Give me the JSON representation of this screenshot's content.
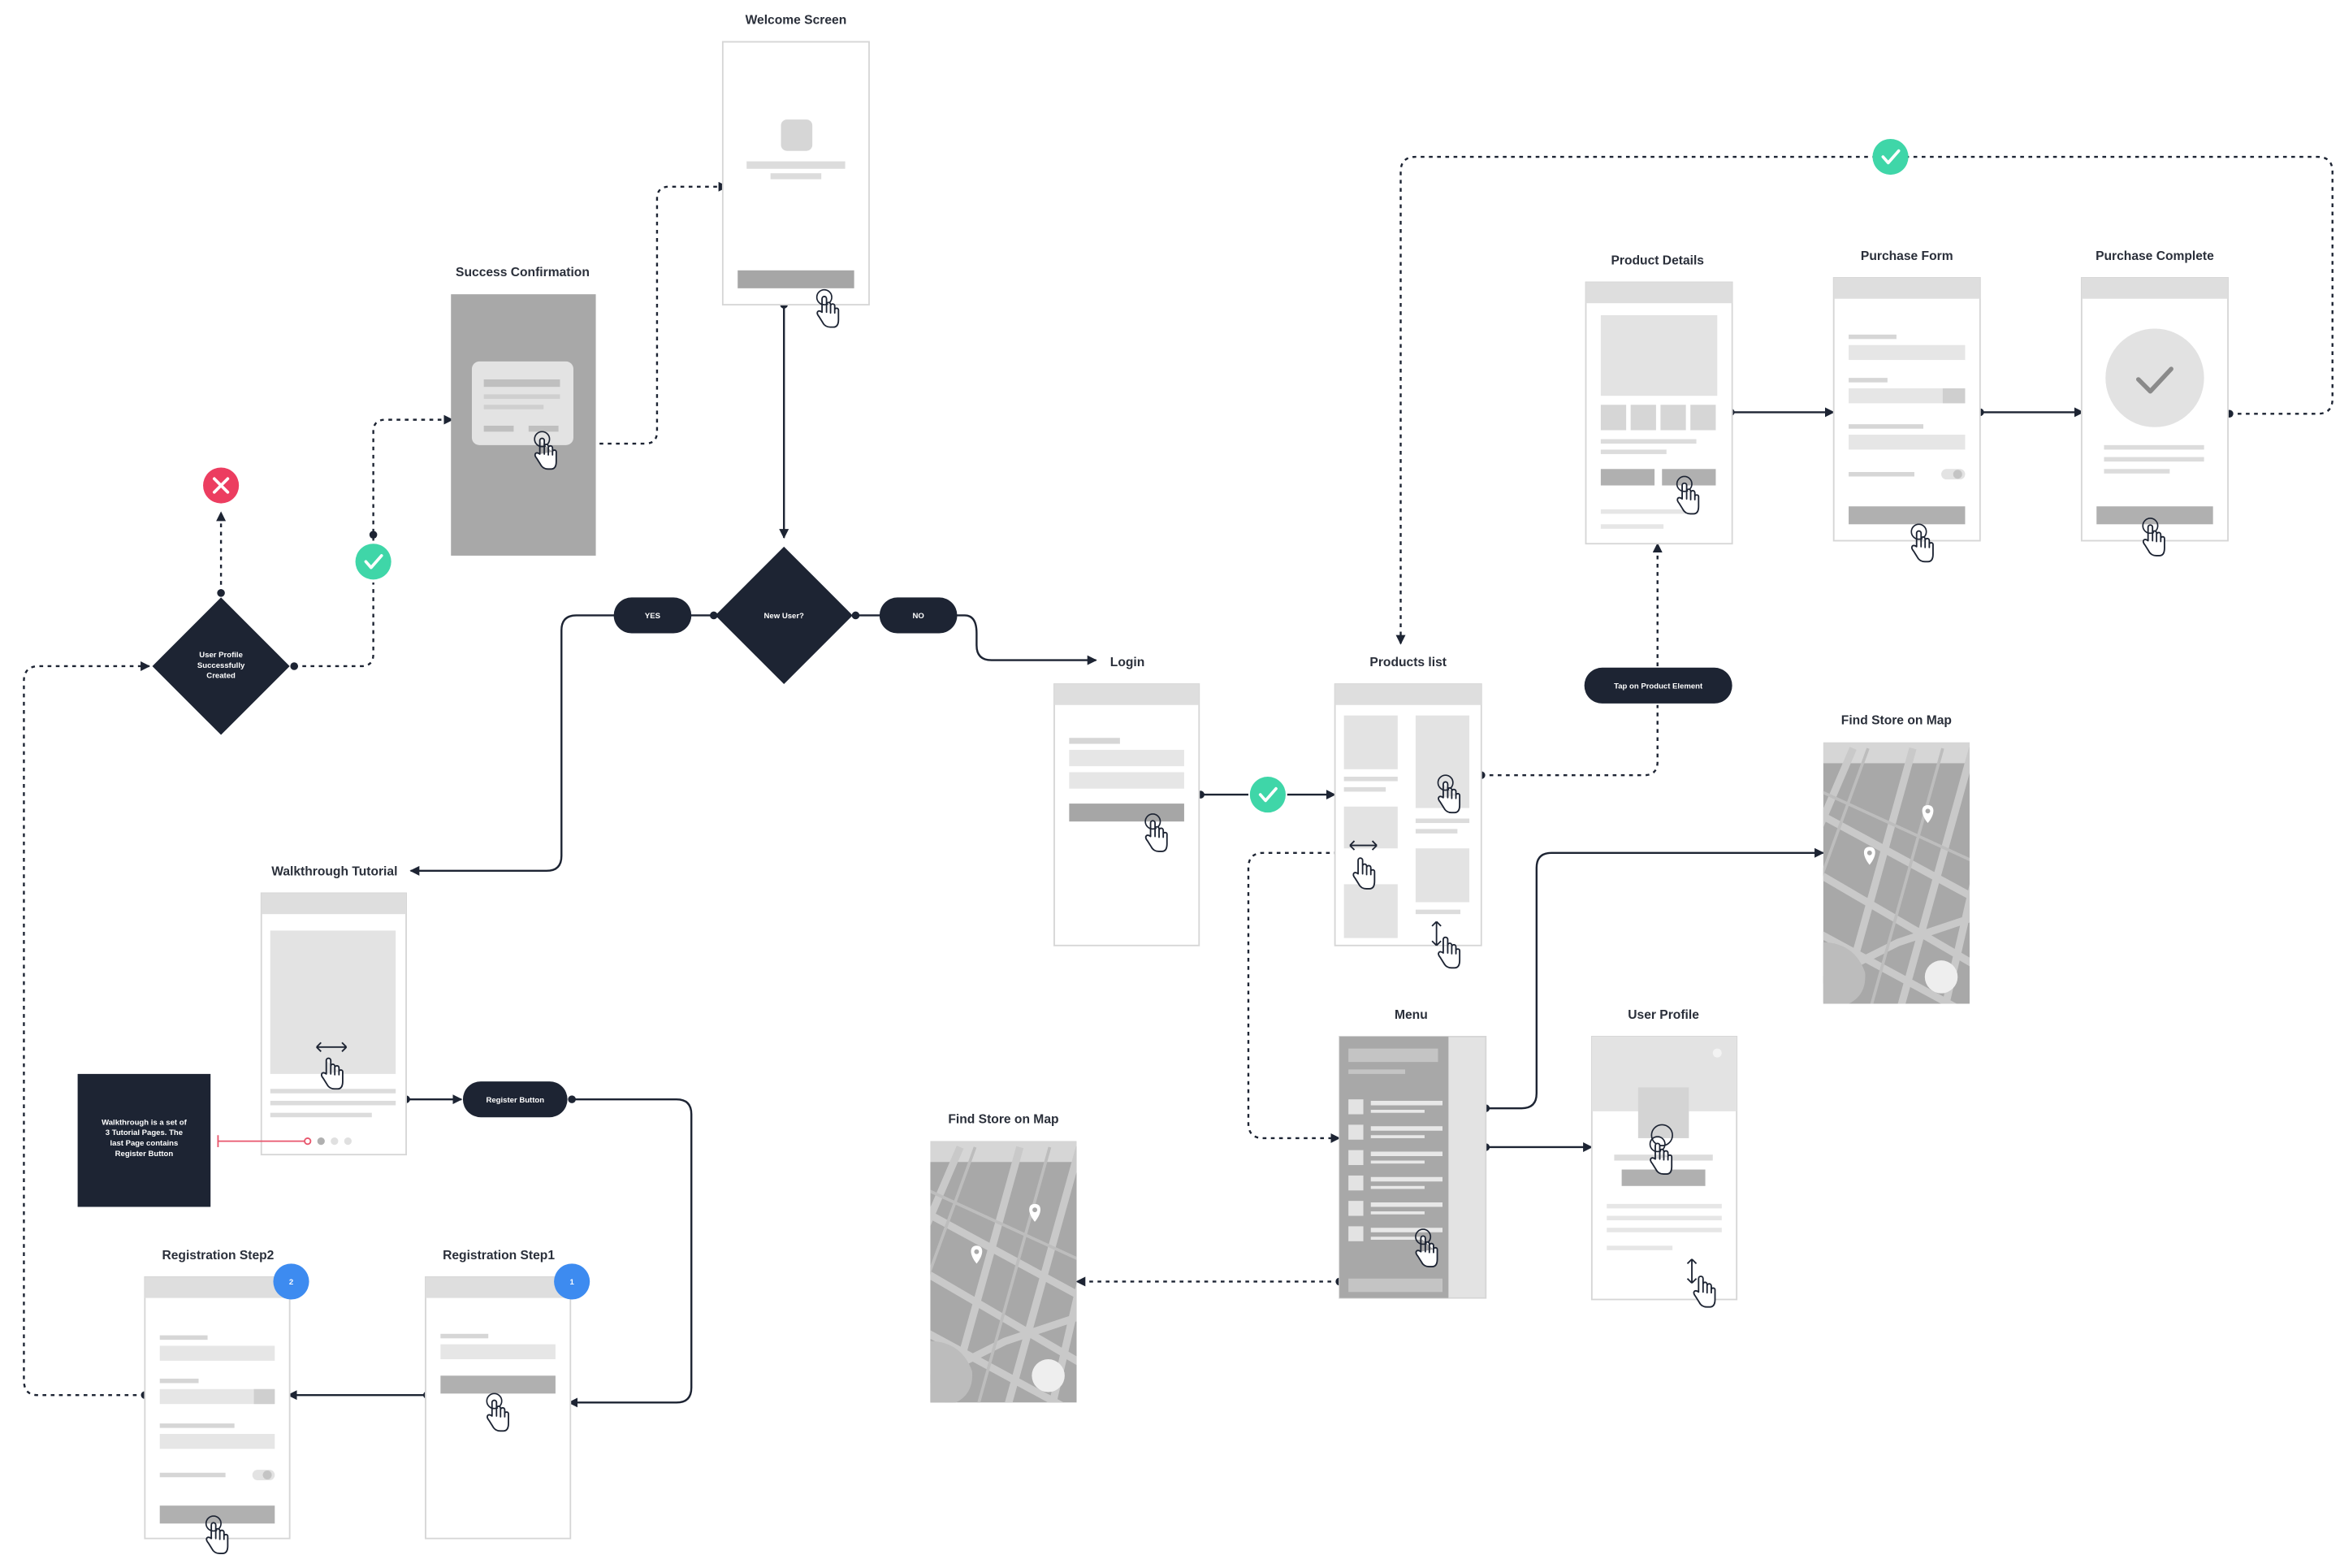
{
  "screens": {
    "welcome": "Welcome Screen",
    "success": "Success Confirmation",
    "product_details": "Product Details",
    "purchase_form": "Purchase Form",
    "purchase_complete": "Purchase Complete",
    "login": "Login",
    "products_list": "Products list",
    "find_store_right": "Find Store on Map",
    "walkthrough": "Walkthrough Tutorial",
    "menu": "Menu",
    "user_profile": "User Profile",
    "find_store_left": "Find Store on Map",
    "reg_step2": "Registration Step2",
    "reg_step1": "Registration Step1"
  },
  "decisions": {
    "new_user": "New User?",
    "profile_created": [
      "User Profile",
      "Successfully",
      "Created"
    ]
  },
  "pills": {
    "yes": "YES",
    "no": "NO",
    "tap_product": "Tap on Product Element",
    "register_button": "Register Button"
  },
  "note": [
    "Walkthrough is a set of",
    "3 Tutorial Pages. The",
    "last Page contains",
    "Register Button"
  ],
  "badges": {
    "step2": "2",
    "step1": "1"
  },
  "colors": {
    "dark": "#1d2433",
    "success": "#3fd6a8",
    "error": "#ec3d60",
    "badge": "#3d8bf0",
    "wire": "#d6d6d6",
    "accent_red": "#e8566c"
  },
  "icons": [
    "check-icon",
    "close-icon",
    "hand-pointer-icon",
    "swipe-arrows-icon",
    "scroll-arrows-icon",
    "map-pin-icon"
  ]
}
